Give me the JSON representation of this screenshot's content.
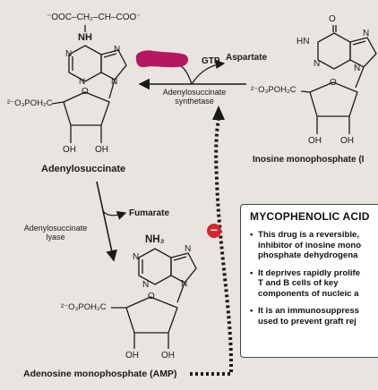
{
  "molecules": {
    "adenylosuccinate": {
      "name": "Adenylosuccinate",
      "succinyl_chain": "⁻OOC–CH₂–CH–COO⁻",
      "nh": "NH",
      "phosphate": "²⁻O₃POH₂C",
      "oh_left": "OH",
      "oh_right": "OH"
    },
    "imp": {
      "name": "Inosine monophosphate (I",
      "carbonyl_o": "O",
      "hn": "HN",
      "phosphate": "²⁻O₃POH₂C",
      "oh_left": "OH",
      "oh_right": "OH"
    },
    "amp": {
      "name": "Adenosine monophosphate (AMP)",
      "nh2": "NH₂",
      "phosphate": "²⁻O₃POH₂C",
      "oh_left": "OH",
      "oh_right": "OH"
    }
  },
  "ring_atoms": {
    "n": "N",
    "o": "O"
  },
  "reactions": {
    "step1": {
      "enzyme": "Adenylosuccinate synthetase",
      "gtp": "GTP",
      "substrate": "Aspartate"
    },
    "step2": {
      "enzyme": "Adenylosuccinate lyase",
      "product": "Fumarate"
    }
  },
  "inhibition_symbol": "−",
  "colors": {
    "background": "#e8e5e0",
    "gtp_blob": "#b5185e",
    "inhibit_red": "#d9232a",
    "ink": "#1a1a1a"
  },
  "info_box": {
    "title": "MYCOPHENOLIC ACID",
    "bullets": [
      [
        "This drug is a reversible,",
        "inhibitor of inosine mono",
        "phosphate dehydrogena"
      ],
      [
        "It deprives rapidly prolife",
        "T and B cells of key",
        "components of nucleic a"
      ],
      [
        "It is an immunosuppress",
        "used to prevent graft rej"
      ]
    ]
  }
}
